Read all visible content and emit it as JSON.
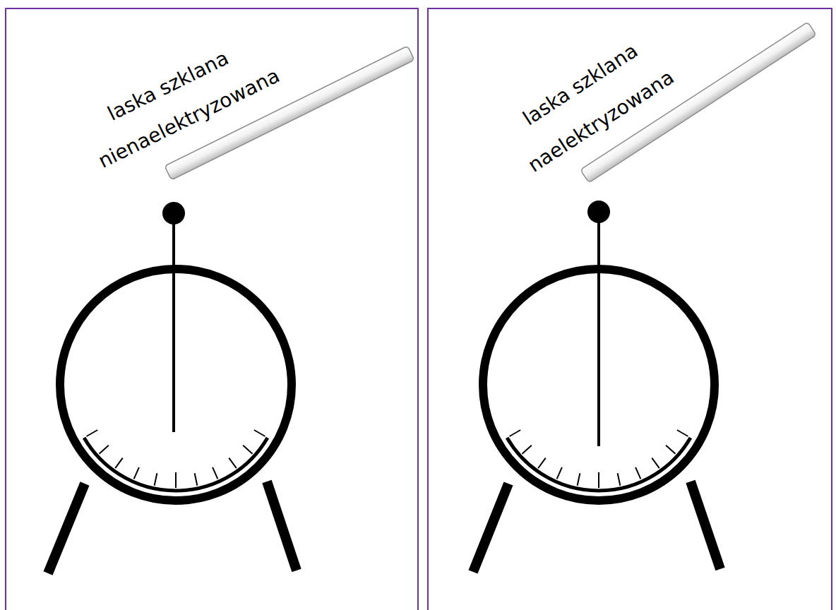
{
  "diagram": {
    "labels": [
      "laska szklana",
      "nienaelektryzowana",
      "laska szklana",
      "naelektryzowana"
    ]
  }
}
